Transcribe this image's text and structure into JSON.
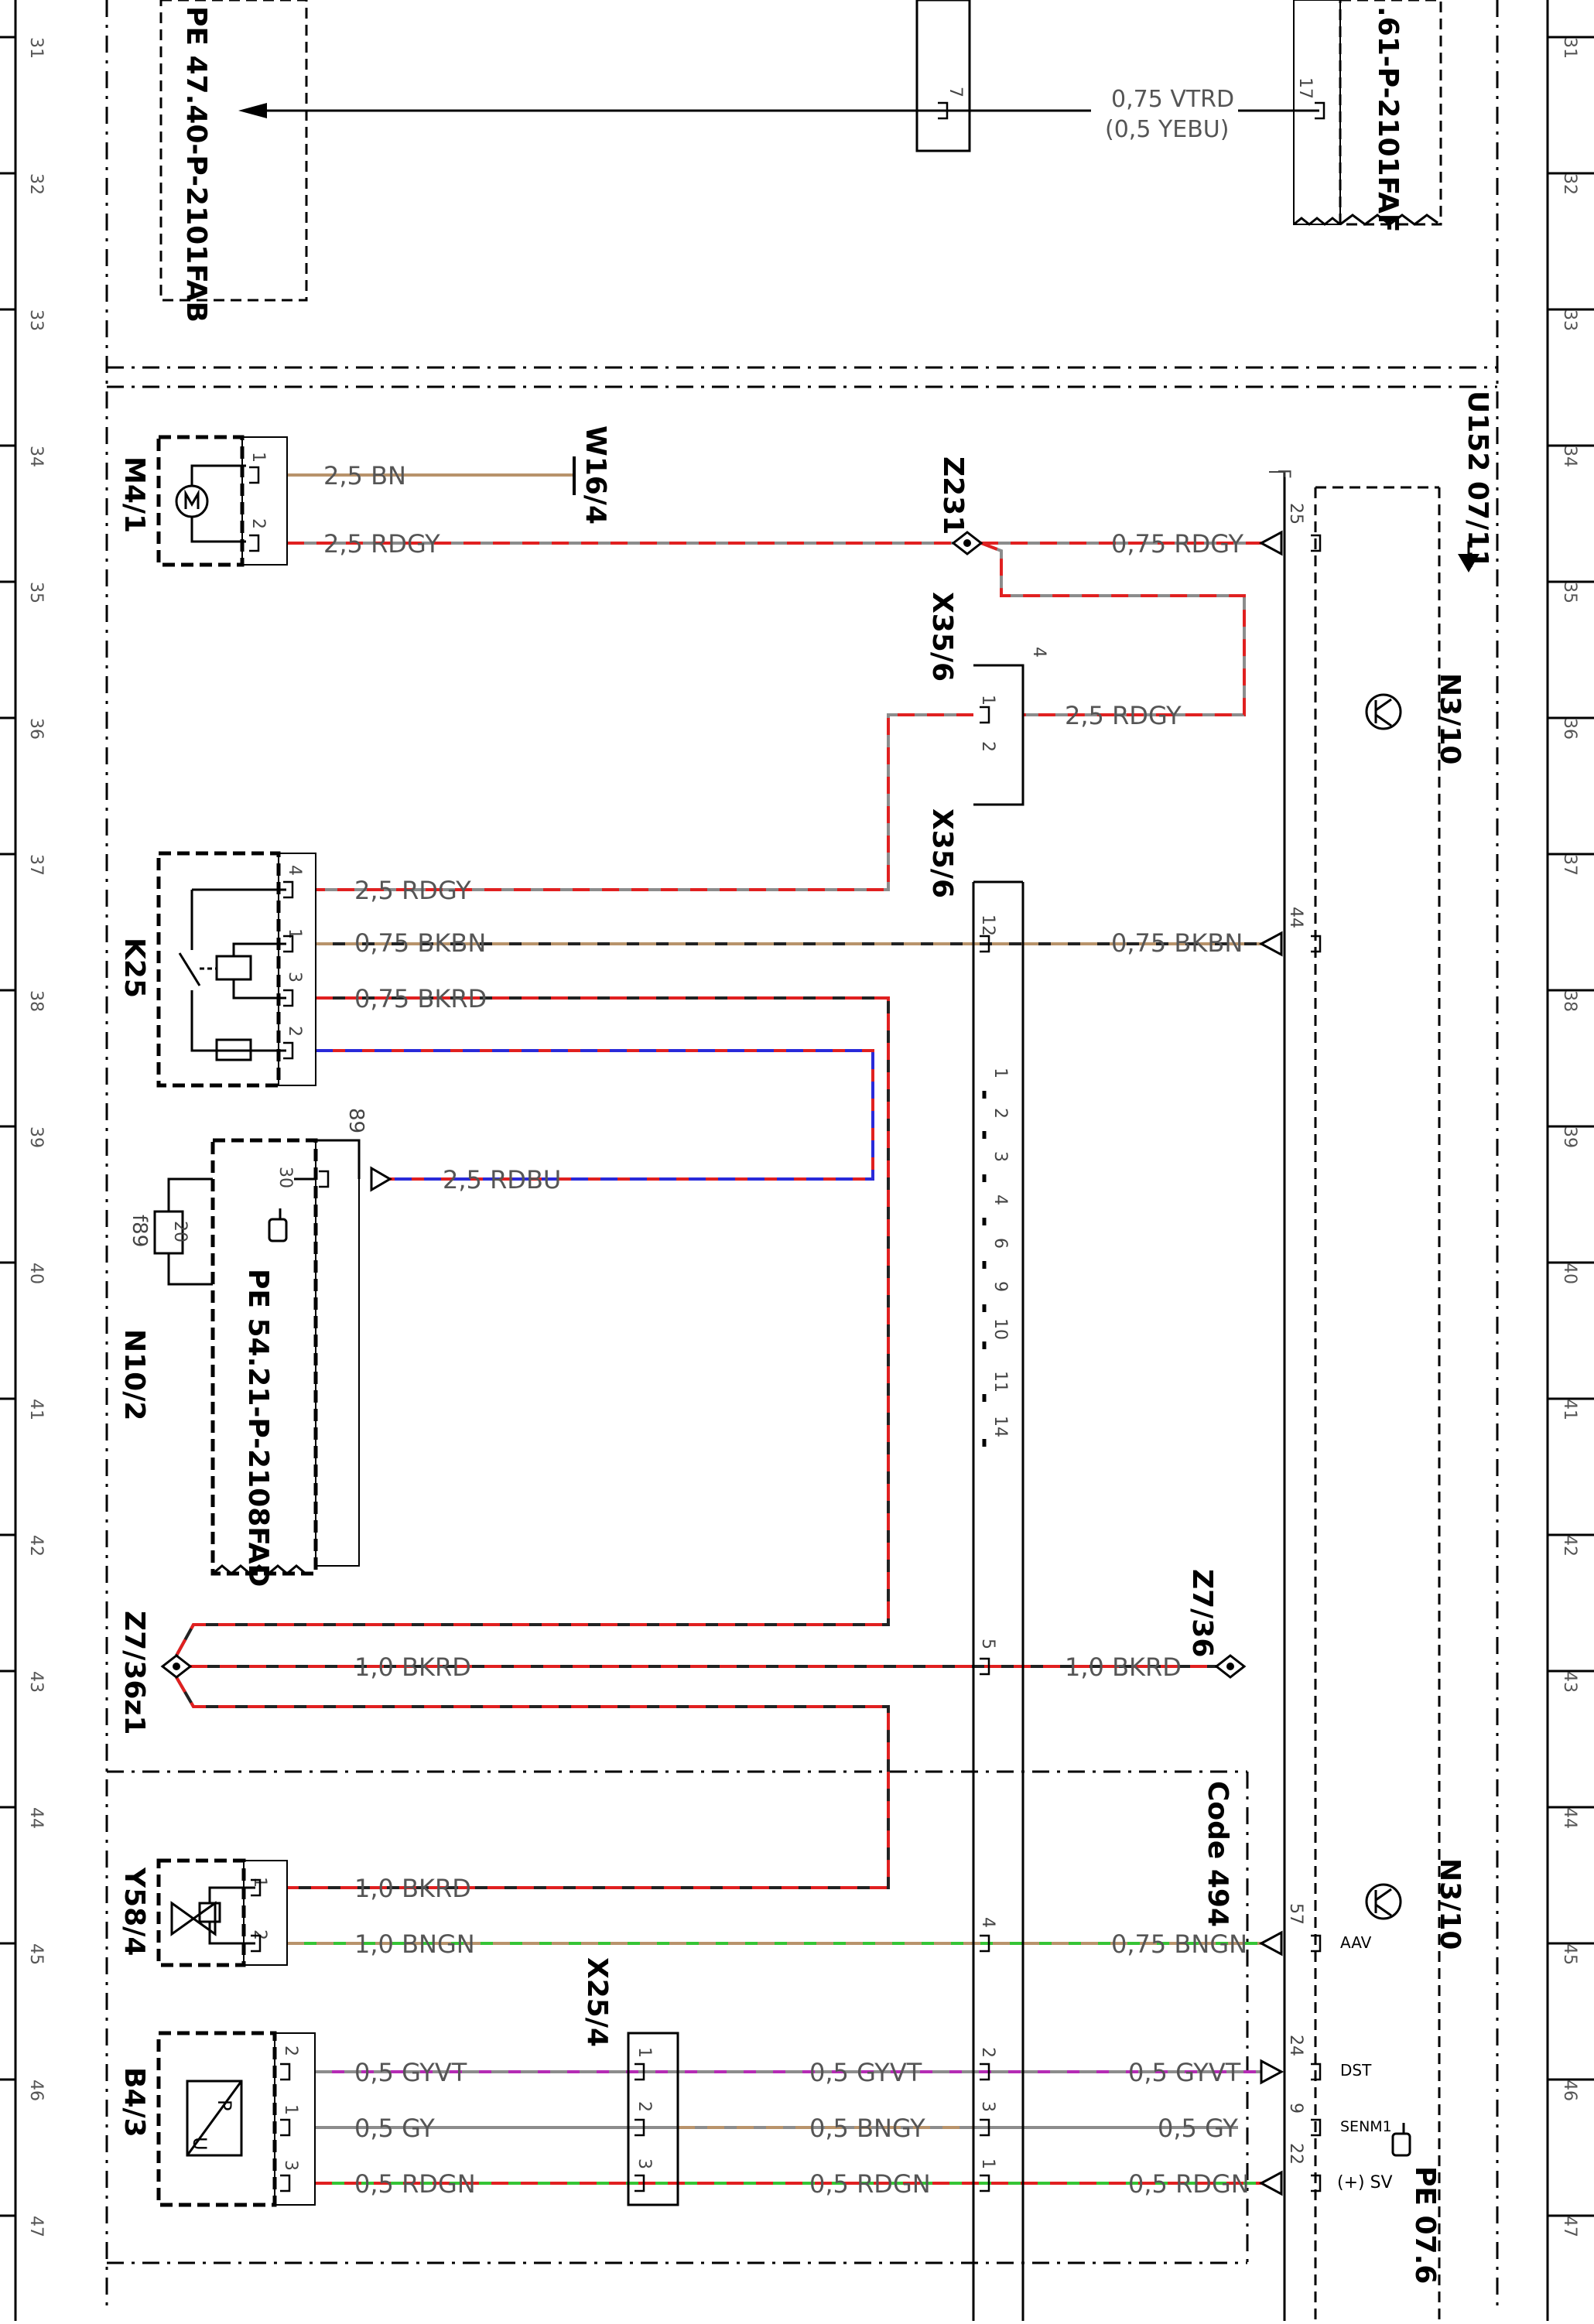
{
  "colors": {
    "BN": "#b8936b",
    "RD": "#e02020",
    "GY": "#8c8c8c",
    "BU": "#2a2ad8",
    "BK": "#222222",
    "GN": "#35c435",
    "VT": "#b42cb4",
    "line": "#000000"
  },
  "ruler": {
    "numbers": [
      "31",
      "32",
      "33",
      "34",
      "35",
      "36",
      "37",
      "38",
      "39",
      "40",
      "41",
      "42",
      "43",
      "44",
      "45",
      "46",
      "47"
    ]
  },
  "labels": {
    "pe_4740": "PE 47.40-P-2101FAB",
    "pe_61": ".61-P-2101FAF",
    "pe_5421": "PE 54.21-P-2108FAD",
    "pe_076": "PE 07.6",
    "u152": "U152 07/11",
    "n3_10_a": "N3/10",
    "n3_10_b": "N3/10",
    "m4_1": "M4/1",
    "w16_4": "W16/4",
    "z231": "Z231",
    "x35_6_a": "X35/6",
    "x35_6_b": "X35/6",
    "k25": "K25",
    "n10_2": "N10/2",
    "f89": "f89",
    "f89_val": "20",
    "z7_36z1": "Z7/36z1",
    "z7_36": "Z7/36",
    "code494": "Code 494",
    "y58_4": "Y58/4",
    "b4_3": "B4/3",
    "x25_4": "X25/4"
  },
  "wires": {
    "vtrd": "0,75 VTRD",
    "yebu": "(0,5 YEBU)",
    "m4_bn": "2,5 BN",
    "m4_rdgy": "2,5 RDGY",
    "n3_rdgy": "0,75 RDGY",
    "x35_rdgy": "2,5 RDGY",
    "k25_rdgy": "2,5 RDGY",
    "k25_bkbn": "0,75 BKBN",
    "n3_bkbn": "0,75 BKBN",
    "k25_bkrd": "0,75 BKRD",
    "n10_rdbu": "2,5 RDBU",
    "z7_bkrd": "1,0 BKRD",
    "x35_bkrd": "1,0 BKRD",
    "y58_bkrd": "1,0 BKRD",
    "y58_bngn": "1,0 BNGN",
    "n3_bngn": "0,75 BNGN",
    "b4_gyvt": "0,5 GYVT",
    "x25_gyvt": "0,5 GYVT",
    "n3_gyvt": "0,5 GYVT",
    "b4_gy": "0,5 GY",
    "x25_bngy": "0,5 BNGY",
    "n3_gy": "0,5 GY",
    "b4_rdgn": "0,5 RDGN",
    "x25_rdgn": "0,5 RDGN",
    "n3_rdgn": "0,5 RDGN"
  },
  "pins": {
    "p7": "7",
    "p17": "17",
    "m4_1": "1",
    "m4_2": "2",
    "n3_25": "25",
    "n3_44": "44",
    "n3_57": "57",
    "n3_24": "24",
    "n3_9": "9",
    "n3_22": "22",
    "x356_4": "4",
    "x356_1": "1",
    "x356_2": "2",
    "k25_4": "4",
    "k25_1": "1",
    "k25_3": "3",
    "k25_2": "2",
    "x356b_12": "12",
    "x356b_5": "5",
    "x356b_4": "4",
    "x356b_2": "2",
    "x356b_3": "3",
    "x356b_1": "1",
    "x356b_list": [
      "1",
      "2",
      "3",
      "4",
      "6",
      "9",
      "10",
      "11",
      "14"
    ],
    "n10_30": "30",
    "n10_89": "89",
    "y58_1": "1",
    "y58_2": "2",
    "b4_2": "2",
    "b4_1": "1",
    "b4_3": "3",
    "x25_1": "1",
    "x25_2": "2",
    "x25_3": "3",
    "f_mark": "F",
    "aav": "AAV",
    "dst": "DST",
    "senm1": "SENM1",
    "sv": "(+) SV"
  }
}
